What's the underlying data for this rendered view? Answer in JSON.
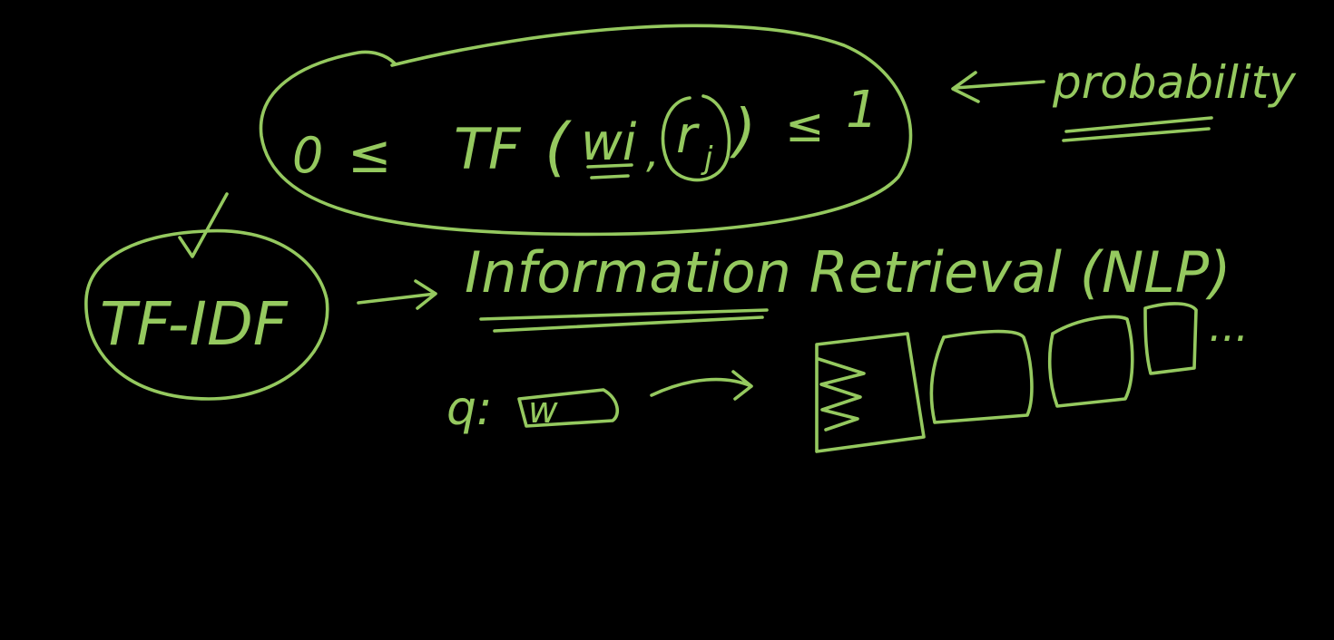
{
  "colors": {
    "background": "#000000",
    "ink": "#95c95f"
  },
  "formula": {
    "lower": "0",
    "leq": "≤",
    "func": "TF",
    "open_paren": "(",
    "word": "wi",
    "comma": ",",
    "doc": "r",
    "doc_sub": "j",
    "close_paren": ")",
    "upper_leq": "≤",
    "upper": "1"
  },
  "probability_note": "probability",
  "method_label": "TF-IDF",
  "field_label": "Information Retrieval (NLP)",
  "query": {
    "label": "q:",
    "term": "w"
  },
  "result_trailing": "...",
  "icons": [
    "checkmark-icon",
    "arrow-right-icon",
    "arrow-left-icon",
    "document-icon"
  ]
}
